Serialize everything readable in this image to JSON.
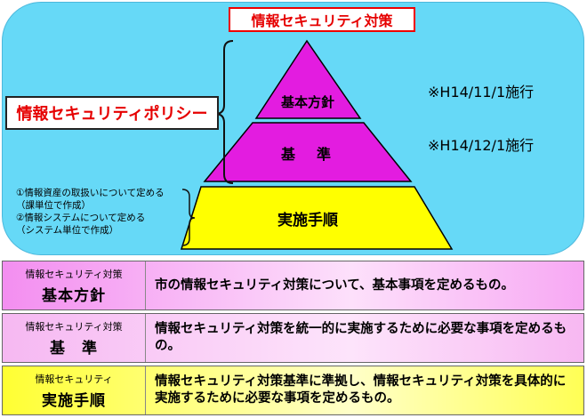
{
  "title": "情報セキュリティ対策",
  "policy_label": "情報セキュリティポリシー",
  "pyramid": {
    "top": "基本方針",
    "middle": "基　準",
    "bottom": "実施手順"
  },
  "dates": {
    "top": "※H14/11/1施行",
    "middle": "※H14/12/1施行"
  },
  "side_notes": [
    "①情報資産の取扱いについて定める",
    "（課単位で作成）",
    "②情報システムについて定める",
    "（システム単位で作成）"
  ],
  "rows": [
    {
      "small": "情報セキュリティ対策",
      "big": "基本方針",
      "desc": "市の情報セキュリティ対策について、基本事項を定めるもの。"
    },
    {
      "small": "情報セキュリティ対策",
      "big": "基　準",
      "desc": "情報セキュリティ対策を統一的に実施するために必要な事項を定めるもの。"
    },
    {
      "small": "情報セキュリティ",
      "big": "実施手順",
      "desc": "情報セキュリティ対策基準に準拠し、情報セキュリティ対策を具体的に実施するために必要な事項を定めるもの。"
    }
  ],
  "colors": {
    "panel": "#66d9f7",
    "magenta": "#e31ce0",
    "yellow": "#ffff00",
    "title_red": "#e60000"
  }
}
